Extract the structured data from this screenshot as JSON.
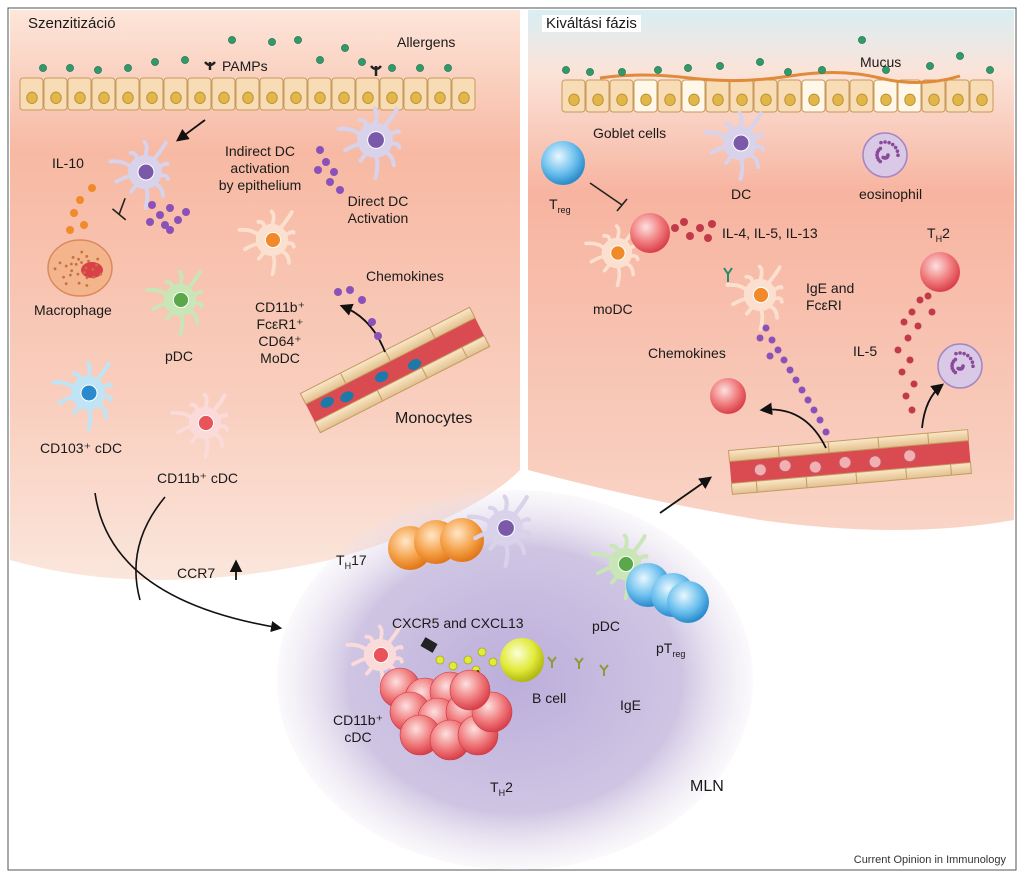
{
  "left_panel": {
    "title": "Szenzitizáció",
    "labels": {
      "allergens": "Allergens",
      "pamps": "PAMPs",
      "il10": "IL-10",
      "indirect_dc": [
        "Indirect DC",
        "activation",
        "by epithelium"
      ],
      "direct_dc": [
        "Direct DC",
        "Activation"
      ],
      "macrophage": "Macrophage",
      "pdc": "pDC",
      "modc": [
        "CD11b⁺",
        "FcεR1⁺",
        "CD64⁺",
        "MoDC"
      ],
      "chemokines": "Chemokines",
      "monocytes": "Monocytes",
      "cd103_cdc": "CD103⁺ cDC",
      "cd11b_cdc": "CD11b⁺ cDC",
      "ccr7": "CCR7"
    }
  },
  "right_panel": {
    "title": "Kiváltási fázis",
    "labels": {
      "mucus": "Mucus",
      "goblet_cells": "Goblet cells",
      "dc": "DC",
      "eosinophil": "eosinophil",
      "treg_main": "T",
      "treg_sub": "reg",
      "interleukins": "IL-4, IL-5, IL-13",
      "th2_main": "T",
      "th2_sub": "H",
      "th2_suffix": "2",
      "modc": "moDC",
      "ige_fceri": [
        "IgE and",
        "FcεRI"
      ],
      "chemokines": "Chemokines",
      "il5": "IL-5"
    }
  },
  "mln": {
    "label": "MLN",
    "th17_main": "T",
    "th17_sub": "H",
    "th17_suffix": "17",
    "cxcr5": "CXCR5 and CXCL13",
    "pdc": "pDC",
    "ptreg_main": "pT",
    "ptreg_sub": "reg",
    "b_cell": "B cell",
    "ige": "IgE",
    "cd11b_cdc": [
      "CD11b⁺",
      "cDC"
    ],
    "th2_main": "T",
    "th2_sub": "H",
    "th2_suffix": "2"
  },
  "credit": "Current Opinion in Immunology",
  "colors": {
    "tissue": "#f6b8a3",
    "mln_purple": "#c9bde0",
    "allergen_green": "#2f9a6a",
    "cytokine_purple": "#8a52b8",
    "red_cell": "#e8545a",
    "blue_cell": "#4aa8e0",
    "orange_cell": "#f08a2a"
  }
}
